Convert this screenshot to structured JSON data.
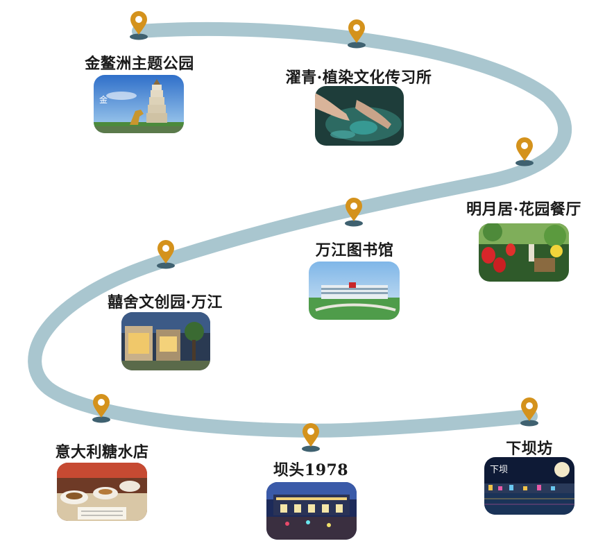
{
  "map": {
    "route_color": "#a9c6cf",
    "pin_color": "#d4921c",
    "pin_base_color": "#3f6170",
    "stops": [
      {
        "name": "金鳌洲主题公园",
        "photo_icon": "pagoda-park-photo"
      },
      {
        "name": "濯青·植染文化传习所",
        "photo_icon": "indigo-dyeing-photo"
      },
      {
        "name": "明月居·花园餐厅",
        "photo_icon": "garden-restaurant-photo"
      },
      {
        "name": "万江图书馆",
        "photo_icon": "library-building-photo"
      },
      {
        "name": "囍舍文创园·万江",
        "photo_icon": "creative-park-photo"
      },
      {
        "name": "意大利糖水店",
        "photo_icon": "dessert-shop-photo"
      },
      {
        "name": "坝头1978",
        "photo_icon": "night-street-photo"
      },
      {
        "name": "下坝坊",
        "photo_icon": "riverside-night-photo"
      }
    ]
  }
}
